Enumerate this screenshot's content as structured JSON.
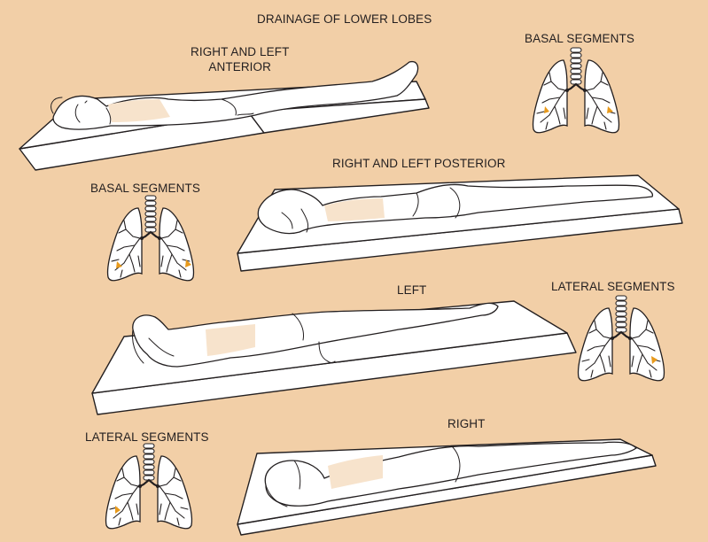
{
  "title": "DRAINAGE OF LOWER LOBES",
  "positions": [
    {
      "label_line1": "RIGHT AND LEFT",
      "label_line2": "ANTERIOR"
    },
    {
      "label": "RIGHT AND LEFT POSTERIOR"
    },
    {
      "label": "LEFT"
    },
    {
      "label": "RIGHT"
    }
  ],
  "lungs": [
    {
      "label": "BASAL SEGMENTS"
    },
    {
      "label": "BASAL SEGMENTS"
    },
    {
      "label": "LATERAL SEGMENTS"
    },
    {
      "label": "LATERAL SEGMENTS"
    }
  ],
  "colors": {
    "background": "#f2cfa7",
    "highlight": "#e89a1c",
    "line": "#231f20",
    "shade": "#f7e3cc"
  }
}
